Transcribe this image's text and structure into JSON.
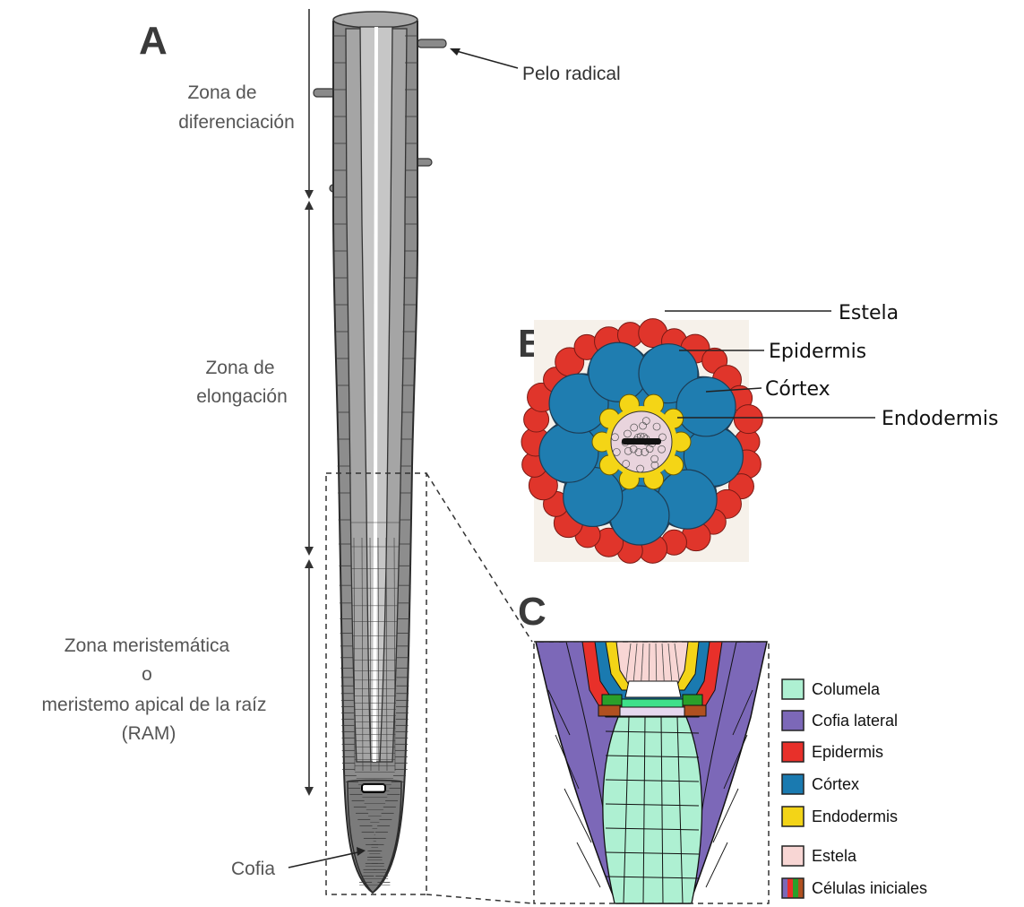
{
  "panels": {
    "a": "A",
    "b": "B",
    "c": "C"
  },
  "panel_a": {
    "zones": {
      "differentiation": [
        "Zona de",
        "diferenciación"
      ],
      "elongation": [
        "Zona de",
        "elongación"
      ],
      "meristem": [
        "Zona meristemática",
        "o",
        "meristemo apical de la raíz",
        "(RAM)"
      ]
    },
    "root_hair": "Pelo radical",
    "cap": "Cofia"
  },
  "panel_b": {
    "labels": {
      "epidermis": "Epidermis",
      "cortex": "Córtex",
      "endodermis": "Endodermis",
      "stele": "Estela"
    },
    "colors": {
      "epidermis": "#e0352b",
      "cortex": "#1f7db0",
      "endodermis": "#f4d516",
      "stele": "#e9d4dd"
    }
  },
  "panel_c": {
    "legend": [
      {
        "label": "Columela",
        "color": "#aef0d2"
      },
      {
        "label": "Cofia lateral",
        "color": "#7c68b8"
      },
      {
        "label": "Epidermis",
        "color": "#e8302a"
      },
      {
        "label": "Córtex",
        "color": "#1a7ab0"
      },
      {
        "label": "Endodermis",
        "color": "#f3d417"
      },
      {
        "label": "Estela",
        "color": "#f8d6d4"
      },
      {
        "label": "Células iniciales",
        "colors": [
          "#7c68b8",
          "#e8302a",
          "#2aa02a",
          "#b05020"
        ]
      }
    ]
  }
}
